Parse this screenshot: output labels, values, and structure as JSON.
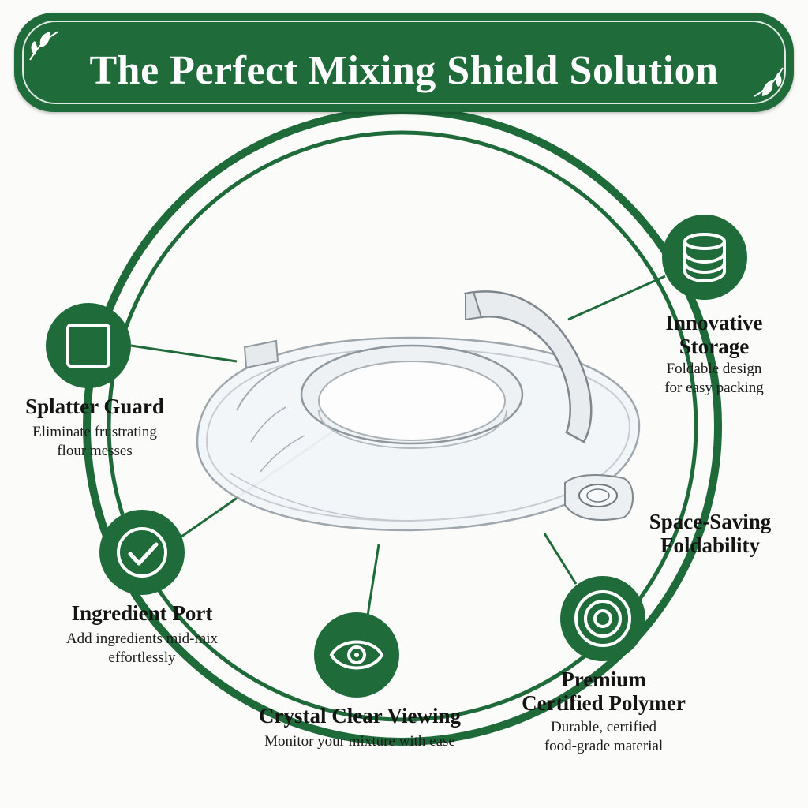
{
  "header": {
    "title": "The Perfect Mixing Shield Solution"
  },
  "colors": {
    "brand_green": "#1f6b3a",
    "ring_green": "#1e6b39",
    "background": "#fbfbf9"
  },
  "features": {
    "splatter_guard": {
      "icon": "square-icon",
      "title": "Splatter Guard",
      "desc_line1": "Eliminate frustrating",
      "desc_line2": "flour messes"
    },
    "ingredient_port": {
      "icon": "checkmark-icon",
      "title": "Ingredient Port",
      "desc_line1": "Add ingredients mid-mix",
      "desc_line2": "effortlessly"
    },
    "crystal_clear": {
      "icon": "eye-icon",
      "title": "Crystal Clear Viewing",
      "desc_line1": "Monitor your mixture with ease"
    },
    "premium_polymer": {
      "icon": "concentric-circles-icon",
      "title_line1": "Premium",
      "title_line2": "Certified Polymer",
      "desc_line1": "Durable, certified",
      "desc_line2": "food-grade material"
    },
    "space_saving": {
      "title_line1": "Space-Saving",
      "title_line2": "Foldability"
    },
    "innovative_storage": {
      "icon": "stacked-discs-icon",
      "title_line1": "Innovative",
      "title_line2": "Storage",
      "desc_line1": "Foldable design",
      "desc_line2": "for easy packing"
    }
  },
  "product": {
    "name": "mixing-bowl-pouring-shield"
  }
}
